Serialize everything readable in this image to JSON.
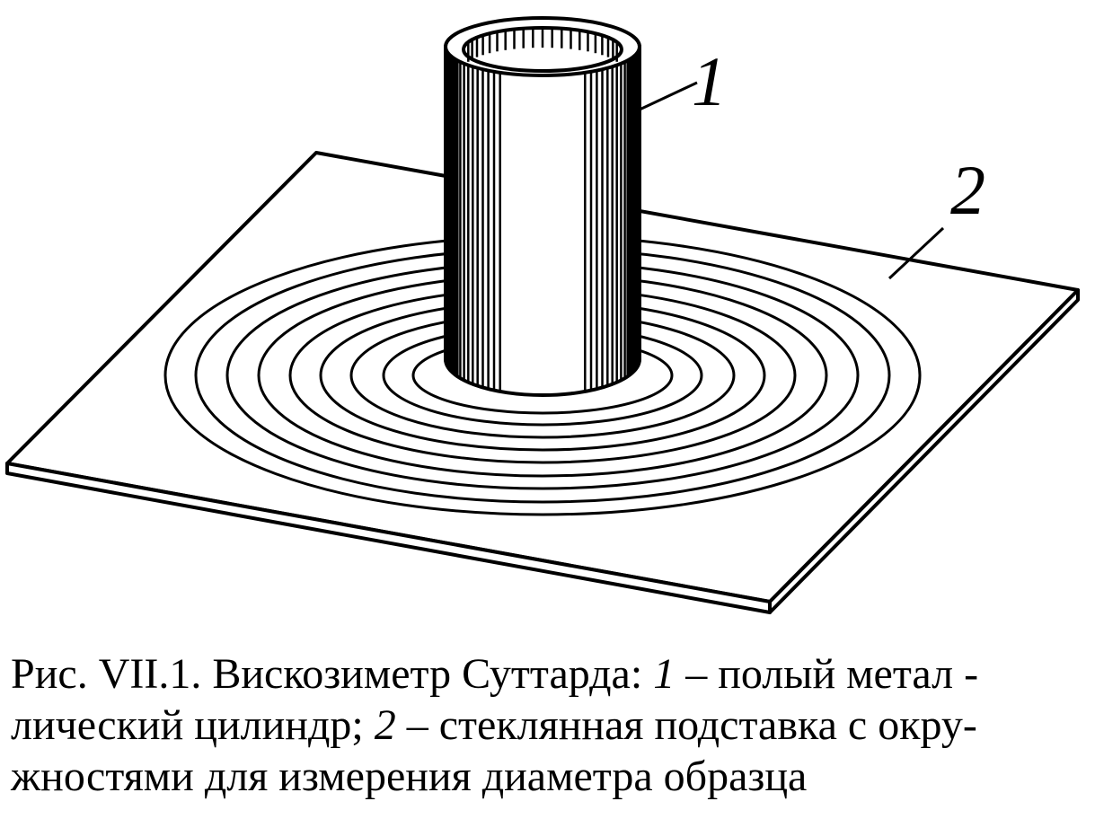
{
  "labels": {
    "cylinder": "1",
    "plate": "2"
  },
  "caption": {
    "line1_a": "Рис. VII.1. Вискозиметр Суттарда: ",
    "line1_num": "1",
    "line1_b": " – полый метал -",
    "line2_a": "лический цилиндр; ",
    "line2_num": "2",
    "line2_b": " – стеклянная подставка с окру-",
    "line3": "жностями для измерения диаметра образца"
  }
}
